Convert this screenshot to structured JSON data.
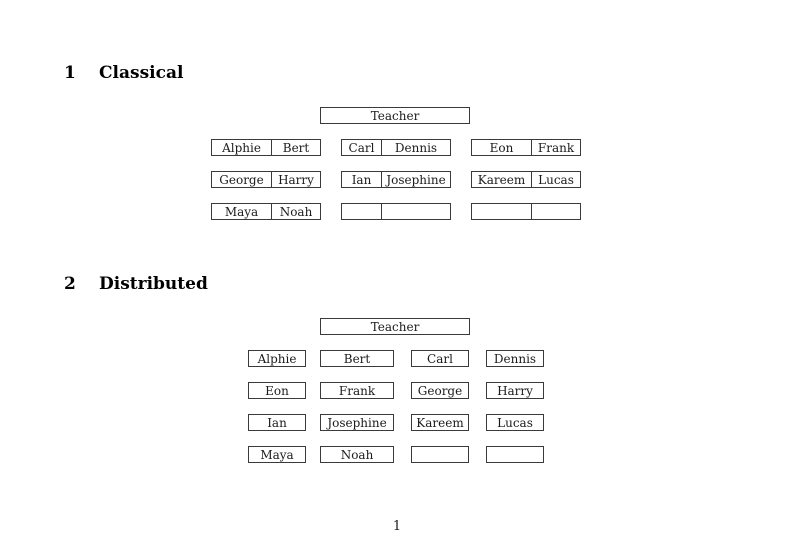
{
  "page": {
    "page_number": "1"
  },
  "sections": [
    {
      "number": "1",
      "title": "Classical",
      "teacher_label": "Teacher",
      "rows": [
        [
          [
            "Alphie",
            "Bert"
          ],
          [
            "Carl",
            "Dennis"
          ],
          [
            "Eon",
            "Frank"
          ]
        ],
        [
          [
            "George",
            "Harry"
          ],
          [
            "Ian",
            "Josephine"
          ],
          [
            "Kareem",
            "Lucas"
          ]
        ],
        [
          [
            "Maya",
            "Noah"
          ],
          [
            "",
            ""
          ],
          [
            "",
            ""
          ]
        ]
      ]
    },
    {
      "number": "2",
      "title": "Distributed",
      "teacher_label": "Teacher",
      "rows": [
        [
          "Alphie",
          "Bert",
          "Carl",
          "Dennis"
        ],
        [
          "Eon",
          "Frank",
          "George",
          "Harry"
        ],
        [
          "Ian",
          "Josephine",
          "Kareem",
          "Lucas"
        ],
        [
          "Maya",
          "Noah",
          "",
          ""
        ]
      ]
    }
  ]
}
